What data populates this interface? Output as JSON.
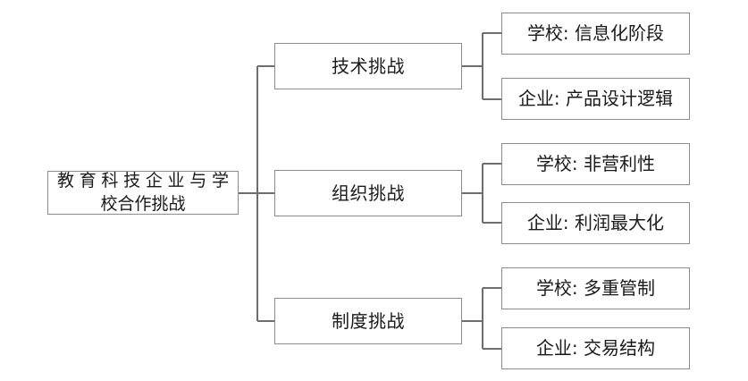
{
  "diagram": {
    "type": "tree",
    "orientation": "left-to-right",
    "title": "教育科技企业与学校合作挑战",
    "root": {
      "label": "教育科技企业与学校合作挑战",
      "line_1": "教育科技企业与学",
      "line_2": "校合作挑战"
    },
    "categories": [
      {
        "label": "技术挑战",
        "children": [
          {
            "label": "学校: 信息化阶段"
          },
          {
            "label": "企业: 产品设计逻辑"
          }
        ]
      },
      {
        "label": "组织挑战",
        "children": [
          {
            "label": "学校: 非营利性"
          },
          {
            "label": "企业: 利润最大化"
          }
        ]
      },
      {
        "label": "制度挑战",
        "children": [
          {
            "label": "学校: 多重管制"
          },
          {
            "label": "企业: 交易结构"
          }
        ]
      }
    ],
    "leaves_flat": [
      "学校: 信息化阶段",
      "企业: 产品设计逻辑",
      "学校: 非营利性",
      "企业: 利润最大化",
      "学校: 多重管制",
      "企业: 交易结构"
    ],
    "colors": {
      "background": "#ffffff",
      "box_border": "#8c8c8c",
      "connector": "#6e6e6e",
      "text": "#1a1a1a"
    }
  }
}
